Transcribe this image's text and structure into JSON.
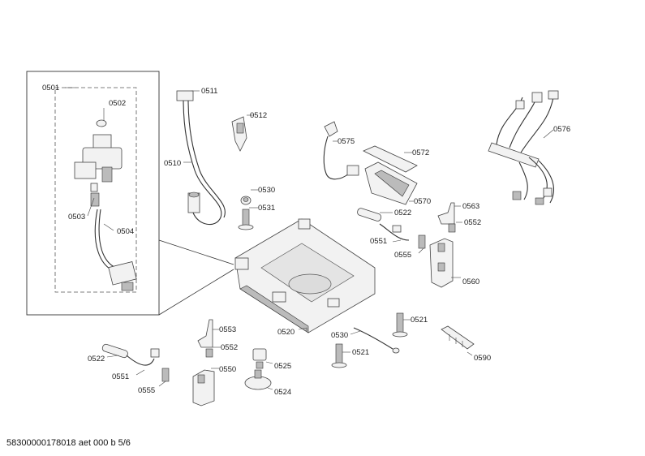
{
  "labels": {
    "l0501": "0501",
    "l0502": "0502",
    "l0503": "0503",
    "l0504": "0504",
    "l0511": "0511",
    "l0510": "0510",
    "l0512": "0512",
    "l0530a": "0530",
    "l0531": "0531",
    "l0575": "0575",
    "l0572": "0572",
    "l0570": "0570",
    "l0576": "0576",
    "l0563": "0563",
    "l0552a": "0552",
    "l0560": "0560",
    "l0522a": "0522",
    "l0551a": "0551",
    "l0555a": "0555",
    "l0520": "0520",
    "l0530b": "0530",
    "l0521a": "0521",
    "l0521b": "0521",
    "l0590": "0590",
    "l0553": "0553",
    "l0552b": "0552",
    "l0550": "0550",
    "l0522b": "0522",
    "l0551b": "0551",
    "l0555b": "0555",
    "l0525": "0525",
    "l0524": "0524"
  },
  "footer": {
    "document_id": "58300000178018 aet 000 b 5/6"
  }
}
